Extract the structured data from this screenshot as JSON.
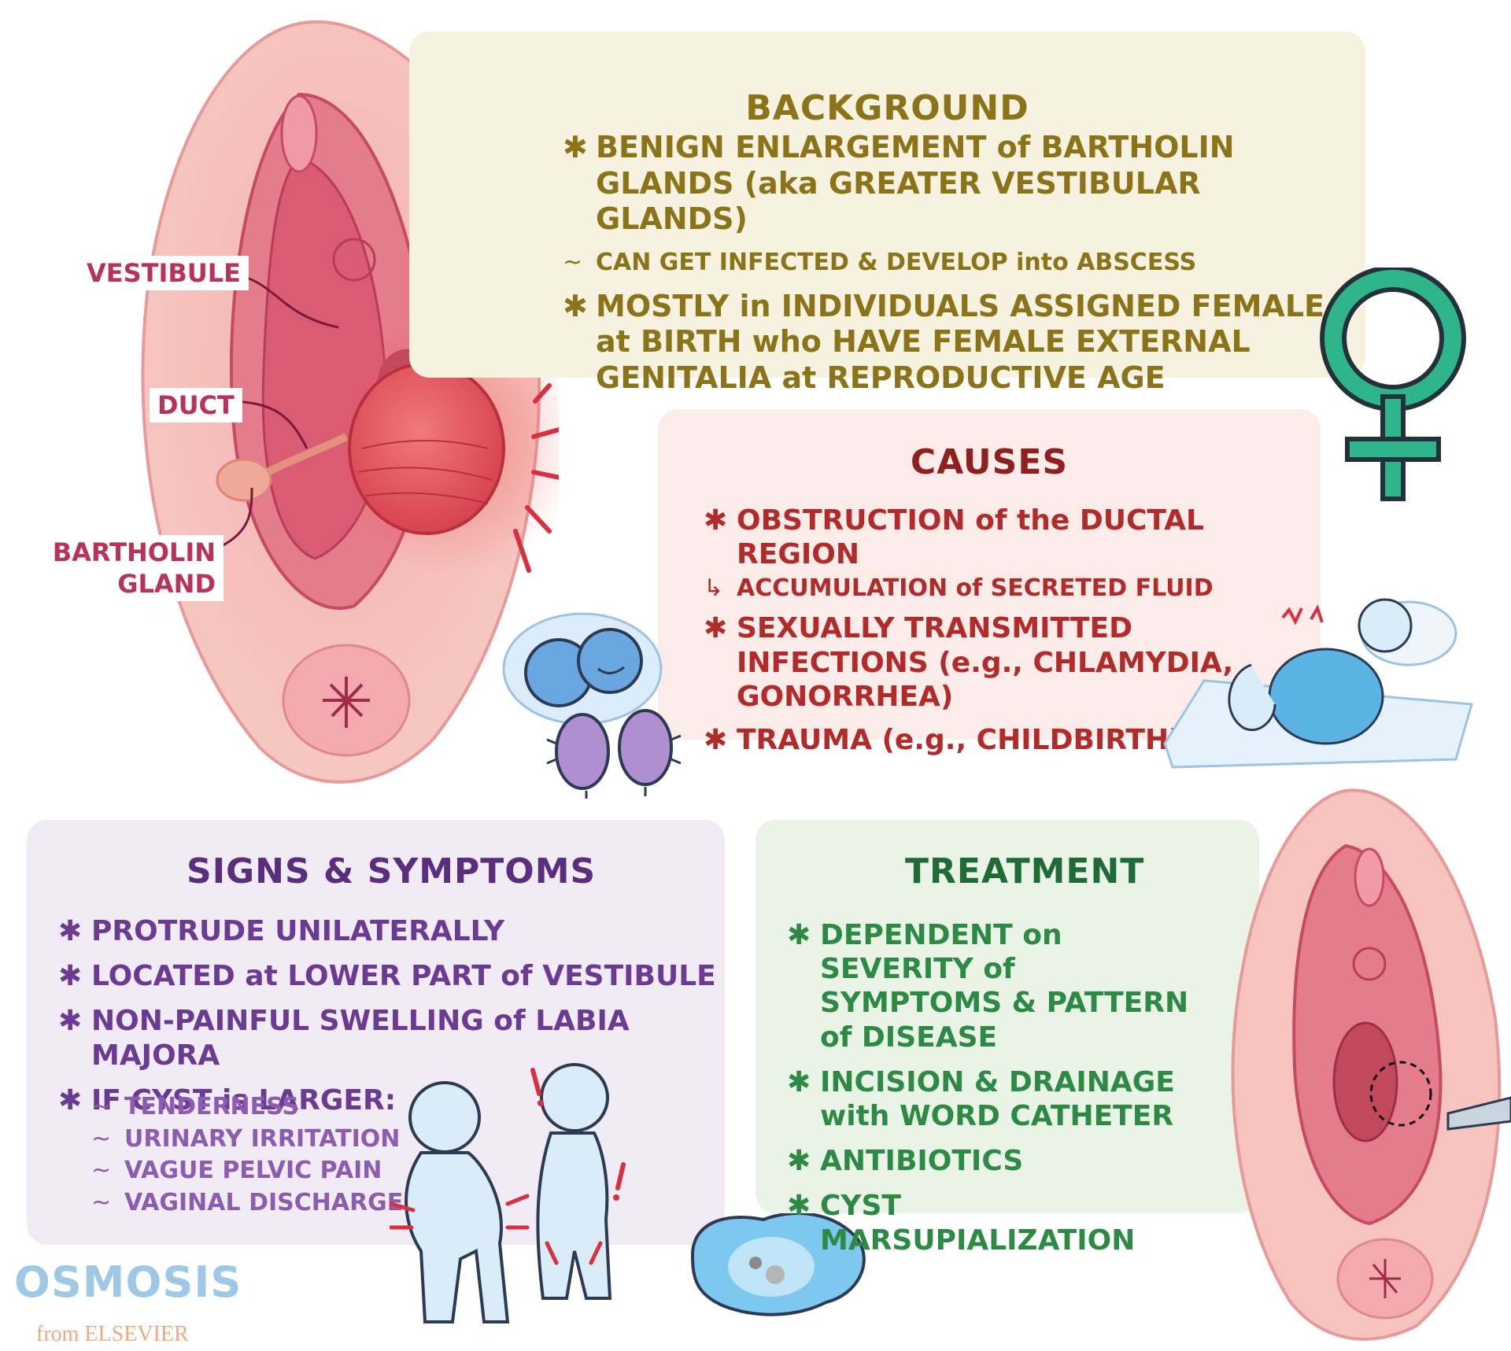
{
  "background": {
    "title": "BACKGROUND",
    "bullet1": "BENIGN ENLARGEMENT of BARTHOLIN GLANDS (aka GREATER VESTIBULAR GLANDS)",
    "bullet1_sub": "CAN GET INFECTED & DEVELOP into ABSCESS",
    "bullet2": "MOSTLY in INDIVIDUALS ASSIGNED FEMALE at BIRTH who HAVE FEMALE EXTERNAL GENITALIA at REPRODUCTIVE AGE"
  },
  "causes": {
    "title": "CAUSES",
    "bullet1": "OBSTRUCTION of the DUCTAL REGION",
    "bullet1_sub": "ACCUMULATION of SECRETED FLUID",
    "bullet2": "SEXUALLY TRANSMITTED INFECTIONS (e.g., CHLAMYDIA, GONORRHEA)",
    "bullet3": "TRAUMA (e.g., CHILDBIRTH)"
  },
  "signs": {
    "title": "SIGNS & SYMPTOMS",
    "bullets": [
      "PROTRUDE UNILATERALLY",
      "LOCATED at LOWER PART of VESTIBULE",
      "NON-PAINFUL SWELLING of LABIA MAJORA",
      "IF CYST is LARGER:"
    ],
    "subs": [
      "TENDERNESS",
      "URINARY IRRITATION",
      "VAGUE PELVIC PAIN",
      "VAGINAL DISCHARGE"
    ]
  },
  "treatment": {
    "title": "TREATMENT",
    "bullets": [
      "DEPENDENT on SEVERITY of SYMPTOMS & PATTERN of DISEASE",
      "INCISION & DRAINAGE with WORD CATHETER",
      "ANTIBIOTICS",
      "CYST MARSUPIALIZATION"
    ]
  },
  "labels": {
    "vestibule": "VESTIBULE",
    "duct": "DUCT",
    "gland": "BARTHOLIN GLAND"
  },
  "logo": {
    "brand": "OSMOSIS",
    "sub": "from ELSEVIER"
  },
  "symbols": {
    "star": "✱",
    "tilde": "~",
    "arrow": "↳"
  },
  "colors": {
    "background_text": "#8a7318",
    "causes_text": "#b12b2b",
    "signs_text": "#6b3a93",
    "treatment_text": "#2d8a45",
    "female_symbol": "#2fb58a"
  },
  "icons": [
    "vulva-cyst-illustration",
    "female-symbol-icon",
    "bacteria-illustration",
    "pregnant-person-illustration",
    "pain-figures-illustration",
    "sanitary-pad-icon",
    "vulva-treatment-illustration"
  ]
}
